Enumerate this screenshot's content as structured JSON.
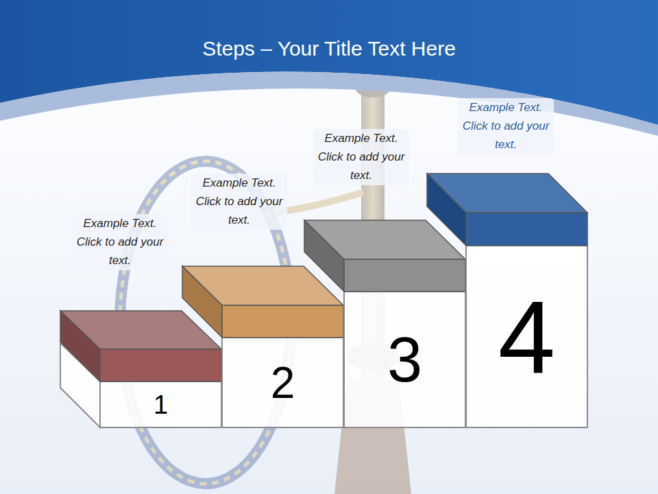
{
  "diagram": {
    "title": "Steps – Your Title Text Here",
    "nodes": [
      {
        "text": [
          "Example Text. Click to add your text.",
          "1"
        ]
      },
      {
        "text": [
          "Example Text. Click to add your text.",
          "2"
        ]
      },
      {
        "text": [
          "Example Text. Click to add your text.",
          "3"
        ]
      },
      {
        "text": [
          "Example Text. Click to add your text.",
          "4"
        ]
      }
    ]
  }
}
